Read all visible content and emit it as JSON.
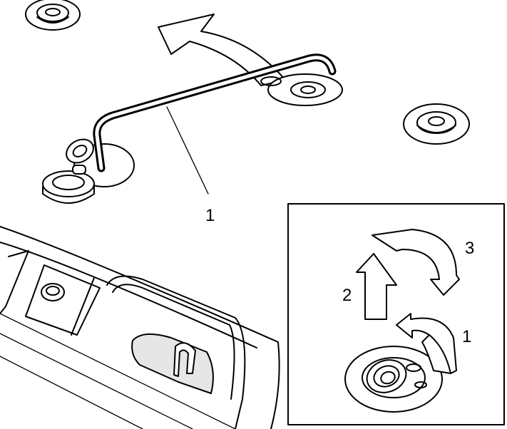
{
  "callouts": {
    "main_rod": "1",
    "inset_step_1": "1",
    "inset_step_2": "2",
    "inset_step_3": "3"
  }
}
